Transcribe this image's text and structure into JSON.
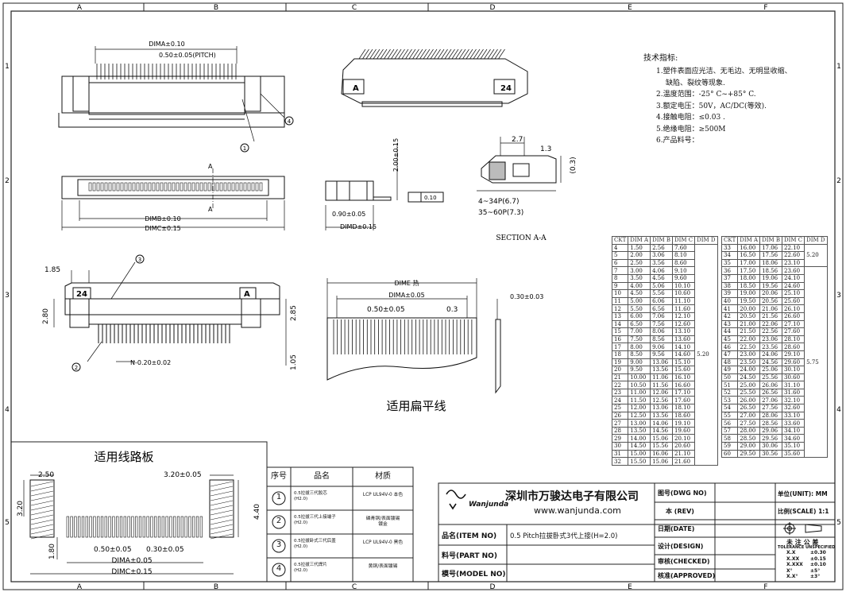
{
  "border": {
    "columns": [
      "A",
      "B",
      "C",
      "D",
      "E",
      "F"
    ],
    "rows": [
      "1",
      "2",
      "3",
      "4",
      "5"
    ]
  },
  "tech_notes": {
    "title": "技术指标:",
    "items": [
      "1.塑件表面应光洁、无毛边、无明显收缩、",
      "缺陷、裂纹等现象.",
      "2.温度范围：-25° C~+85° C.",
      "3.额定电压：50V，AC/DC(等效).",
      "4.接触电阻：≤0.03 .",
      "5.绝缘电阻：≥500M",
      "6.产品料号："
    ]
  },
  "dims": {
    "dima_top": "DIMA±0.10",
    "pitch": "0.50±0.05(PITCH)",
    "dimb": "DIMB±0.10",
    "dimc": "DIMC±0.15",
    "h200": "2.00±0.15",
    "flat": "0.10",
    "d090": "0.90±0.05",
    "dimd": "DIMD±0.15",
    "d27": "2.7",
    "d13": "1.3",
    "d03": "(0.3)",
    "p34": "4~34P(6.7)",
    "p60": "35~60P(7.3)",
    "section": "SECTION A-A",
    "sec_a1": "A",
    "sec_a2": "A",
    "d185": "1.85",
    "d280": "2.80",
    "d285": "2.85",
    "d105": "1.05",
    "pin_n": "N-0.20±0.02",
    "lbl24": "24",
    "lblA": "A",
    "dime": "DIME 热",
    "dima_ffc": "DIMA±0.05",
    "ffc_pitch": "0.50±0.05",
    "ffc_03": "0.3",
    "ffc_thick": "0.30±0.03",
    "ffc_caption": "适用扁平线",
    "pcb_title": "适用线路板",
    "pcb_250": "2.50",
    "pcb_320": "3.20±0.05",
    "pcb_320v": "3.20",
    "pcb_440": "4.40",
    "pcb_180": "1.80",
    "pcb_050": "0.50±0.05",
    "pcb_030": "0.30±0.05",
    "pcb_dima": "DIMA±0.05",
    "pcb_dimc": "DIMC±0.15",
    "balloon1": "1",
    "balloon2": "2",
    "balloon3": "3",
    "balloon4": "4",
    "iso_24": "24",
    "iso_A": "A"
  },
  "dim_table": {
    "headers": [
      "CKT",
      "DIM A",
      "DIM B",
      "DIM C",
      "DIM D"
    ],
    "left": [
      [
        "4",
        "1.50",
        "2.56",
        "7.60"
      ],
      [
        "5",
        "2.00",
        "3.06",
        "8.10"
      ],
      [
        "6",
        "2.50",
        "3.56",
        "8.60"
      ],
      [
        "7",
        "3.00",
        "4.06",
        "9.10"
      ],
      [
        "8",
        "3.50",
        "4.56",
        "9.60"
      ],
      [
        "9",
        "4.00",
        "5.06",
        "10.10"
      ],
      [
        "10",
        "4.50",
        "5.56",
        "10.60"
      ],
      [
        "11",
        "5.00",
        "6.06",
        "11.10"
      ],
      [
        "12",
        "5.50",
        "6.56",
        "11.60"
      ],
      [
        "13",
        "6.00",
        "7.06",
        "12.10"
      ],
      [
        "14",
        "6.50",
        "7.56",
        "12.60"
      ],
      [
        "15",
        "7.00",
        "8.06",
        "13.10"
      ],
      [
        "16",
        "7.50",
        "8.56",
        "13.60"
      ],
      [
        "17",
        "8.00",
        "9.06",
        "14.10"
      ],
      [
        "18",
        "8.50",
        "9.56",
        "14.60"
      ],
      [
        "19",
        "9.00",
        "13.06",
        "15.10"
      ],
      [
        "20",
        "9.50",
        "13.56",
        "15.60"
      ],
      [
        "21",
        "10.00",
        "11.06",
        "16.10"
      ],
      [
        "22",
        "10.50",
        "11.56",
        "16.60"
      ],
      [
        "23",
        "11.00",
        "12.06",
        "17.10"
      ],
      [
        "24",
        "11.50",
        "12.56",
        "17.60"
      ],
      [
        "25",
        "12.00",
        "13.06",
        "18.10"
      ],
      [
        "26",
        "12.50",
        "13.56",
        "18.60"
      ],
      [
        "27",
        "13.00",
        "14.06",
        "19.10"
      ],
      [
        "28",
        "13.50",
        "14.56",
        "19.60"
      ],
      [
        "29",
        "14.00",
        "15.06",
        "20.10"
      ],
      [
        "30",
        "14.50",
        "15.56",
        "20.60"
      ],
      [
        "31",
        "15.00",
        "16.06",
        "21.10"
      ],
      [
        "32",
        "15.50",
        "15.06",
        "21.60"
      ]
    ],
    "left_dimd": "5.20",
    "right": [
      [
        "33",
        "16.00",
        "17.06",
        "22.10"
      ],
      [
        "34",
        "16.50",
        "17.56",
        "22.60"
      ],
      [
        "35",
        "17.00",
        "18.06",
        "23.10"
      ],
      [
        "36",
        "17.50",
        "18.56",
        "23.60"
      ],
      [
        "37",
        "18.00",
        "19.06",
        "24.10"
      ],
      [
        "38",
        "18.50",
        "19.56",
        "24.60"
      ],
      [
        "39",
        "19.00",
        "20.06",
        "25.10"
      ],
      [
        "40",
        "19.50",
        "20.56",
        "25.60"
      ],
      [
        "41",
        "20.00",
        "21.06",
        "26.10"
      ],
      [
        "42",
        "20.50",
        "21.56",
        "26.60"
      ],
      [
        "43",
        "21.00",
        "22.06",
        "27.10"
      ],
      [
        "44",
        "21.50",
        "22.56",
        "27.60"
      ],
      [
        "45",
        "22.00",
        "23.06",
        "28.10"
      ],
      [
        "46",
        "22.50",
        "23.56",
        "28.60"
      ],
      [
        "47",
        "23.00",
        "24.06",
        "29.10"
      ],
      [
        "48",
        "23.50",
        "24.56",
        "29.60"
      ],
      [
        "49",
        "24.00",
        "25.06",
        "30.10"
      ],
      [
        "50",
        "24.50",
        "25.56",
        "30.60"
      ],
      [
        "51",
        "25.00",
        "26.06",
        "31.10"
      ],
      [
        "52",
        "25.50",
        "26.56",
        "31.60"
      ],
      [
        "53",
        "26.00",
        "27.06",
        "32.10"
      ],
      [
        "54",
        "26.50",
        "27.56",
        "32.60"
      ],
      [
        "55",
        "27.00",
        "28.06",
        "33.10"
      ],
      [
        "56",
        "27.50",
        "28.56",
        "33.60"
      ],
      [
        "57",
        "28.00",
        "29.06",
        "34.10"
      ],
      [
        "58",
        "28.50",
        "29.56",
        "34.60"
      ],
      [
        "59",
        "29.00",
        "30.06",
        "35.10"
      ],
      [
        "60",
        "29.50",
        "30.56",
        "35.60"
      ]
    ],
    "right_dimd_top": "5.20",
    "right_dimd": "5.75"
  },
  "parts": {
    "headers": [
      "序号",
      "品名",
      "材质"
    ],
    "rows": [
      {
        "no": "1",
        "name": "0.5拉拔三代胶芯\n(H2.0)",
        "mat": "LCP UL94V-0 本色"
      },
      {
        "no": "2",
        "name": "0.5拉拔三代上接端子\n(H2.0)",
        "mat": "磷青铜/表面镀锡\n镀金"
      },
      {
        "no": "3",
        "name": "0.5拉拔卧式三代后盖\n(H2.0)",
        "mat": "LCP UL94V-0 黑色"
      },
      {
        "no": "4",
        "name": "0.5拉拔三代焊片\n(H2.0)",
        "mat": "黄铜/表面镀锡"
      }
    ]
  },
  "title_block": {
    "logo": "Wanjunda",
    "company": "深圳市万骏达电子有限公司",
    "website": "www.wanjunda.com",
    "item_label": "品名(ITEM NO)",
    "item_value": "0.5 Pitch拉拔卧式3代上接(H=2.0)",
    "part_label": "料号(PART NO)",
    "model_label": "模号(MODEL NO)",
    "dwg_label": "图号(DWG NO)",
    "rev_label": "本 (REV)",
    "date_label": "日期(DATE)",
    "design_label": "设计(DESIGN)",
    "checked_label": "审核(CHECKED)",
    "approved_label": "核准(APPROVED)",
    "unit_label": "单位(UNIT): MM",
    "scale_label": "比例(SCALE) 1:1",
    "tol_title": "未 注 公 差",
    "tol_sub": "TOLERANCE UNSPECIFIED",
    "tol_rows": [
      [
        "X.X",
        "±0.30"
      ],
      [
        "X.XX",
        "±0.15"
      ],
      [
        "X.XXX",
        "±0.10"
      ],
      [
        "X°",
        "±5°"
      ],
      [
        "X.X°",
        "±3°"
      ]
    ]
  }
}
